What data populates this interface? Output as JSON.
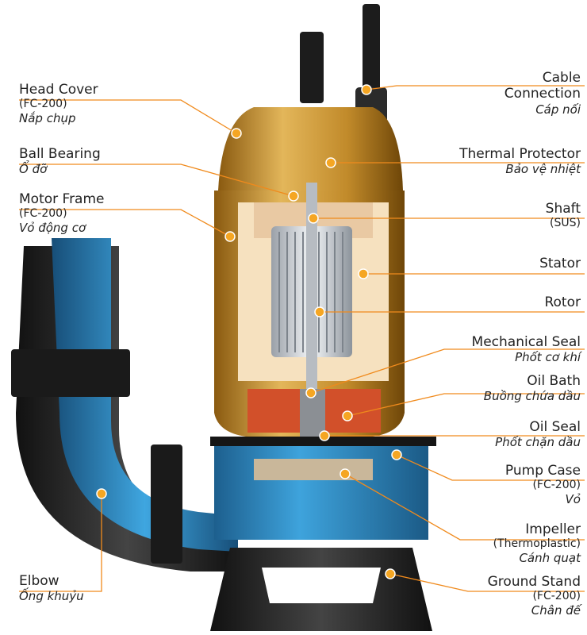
{
  "colors": {
    "line": "#f08a1c",
    "dot": "#f5a623",
    "motor": "#c8942c",
    "pump": "#2f8fc7",
    "black": "#2a2a2a",
    "oil": "#d2502a",
    "stator": "#f7e3c3"
  },
  "labels": {
    "head_cover": {
      "title": "Head Cover",
      "spec": "(FC-200)",
      "vn": "Nắp chụp"
    },
    "ball_bearing": {
      "title": "Ball Bearing",
      "vn": "Ổ đỡ"
    },
    "motor_frame": {
      "title": "Motor Frame",
      "spec": "(FC-200)",
      "vn": "Vỏ động cơ"
    },
    "elbow": {
      "title": "Elbow",
      "vn": "Ống khuỷu"
    },
    "cable_connection": {
      "title1": "Cable",
      "title2": "Connection",
      "vn": "Cáp nối"
    },
    "thermal_protector": {
      "title": "Thermal Protector",
      "vn": "Bảo vệ nhiệt"
    },
    "shaft": {
      "title": "Shaft",
      "spec": "(SUS)"
    },
    "stator": {
      "title": "Stator"
    },
    "rotor": {
      "title": "Rotor"
    },
    "mechanical_seal": {
      "title": "Mechanical Seal",
      "vn": "Phốt cơ khí"
    },
    "oil_bath": {
      "title": "Oil Bath",
      "vn": "Buồng chứa dầu"
    },
    "oil_seal": {
      "title": "Oil Seal",
      "vn": "Phốt chặn dầu"
    },
    "pump_case": {
      "title": "Pump Case",
      "spec": "(FC-200)",
      "vn": "Vỏ"
    },
    "impeller": {
      "title": "Impeller",
      "spec": "(Thermoplastic)",
      "vn": "Cánh quạt"
    },
    "ground_stand": {
      "title": "Ground Stand",
      "spec": "(FC-200)",
      "vn": "Chân đế"
    }
  }
}
